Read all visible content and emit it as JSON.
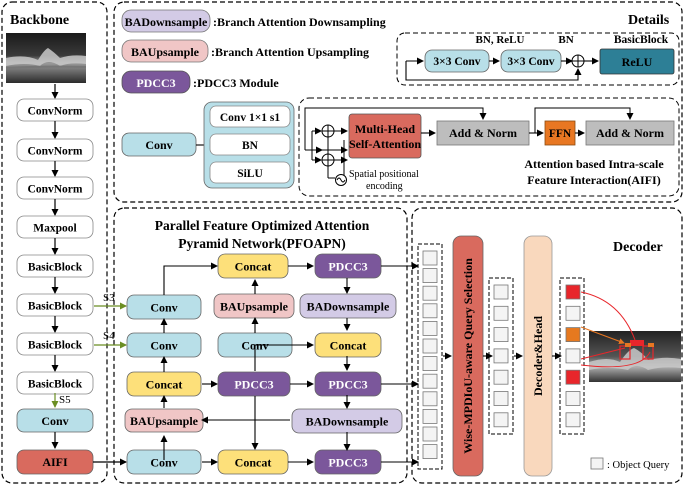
{
  "panels": {
    "backbone": "Backbone",
    "details": "Details",
    "pfoapn_line1": "Parallel Feature Optimized Attention",
    "pfoapn_line2": "Pyramid Network(PFOAPN)",
    "decoder": "Decoder"
  },
  "legend": {
    "badown_chip": "BADownsample",
    "badown_desc": ":Branch Attention Downsampling",
    "baup_chip": "BAUpsample",
    "baup_desc": ":Branch Attention Upsampling",
    "pdcc_chip": "PDCC3",
    "pdcc_desc": ":PDCC3 Module",
    "query_desc": ": Object Query"
  },
  "backbone": {
    "stack": [
      "ConvNorm",
      "ConvNorm",
      "ConvNorm",
      "Maxpool",
      "BasicBlock",
      "BasicBlock",
      "BasicBlock",
      "BasicBlock"
    ],
    "conv": "Conv",
    "aifi": "AIFI",
    "s3": "S3",
    "s4": "S4",
    "s5": "S5"
  },
  "details": {
    "basicblock": {
      "conv1": "3×3 Conv",
      "conv2": "3×3 Conv",
      "relu": "ReLU",
      "label_bn_relu": "BN, ReLU",
      "label_bn": "BN",
      "label_title": "BasicBlock"
    },
    "conv_module": {
      "conv": "Conv",
      "items": [
        "Conv 1×1 s1",
        "BN",
        "SiLU"
      ]
    },
    "aifi": {
      "mhsa_line1": "Multi-Head",
      "mhsa_line2": "Self-Attention",
      "addnorm1": "Add & Norm",
      "ffn": "FFN",
      "addnorm2": "Add & Norm",
      "pos_line1": "Spatial positional",
      "pos_line2": "encoding",
      "caption_line1": "Attention based Intra-scale",
      "caption_line2": "Feature Interaction(AIFI)"
    }
  },
  "pfoapn": {
    "left": [
      "Conv",
      "Conv",
      "Concat",
      "BAUpsample",
      "Conv"
    ],
    "mid": [
      "Concat",
      "BAUpsample",
      "Conv",
      "PDCC3",
      "Concat"
    ],
    "right": [
      "PDCC3",
      "BADownsample",
      "Concat",
      "PDCC3",
      "BADownsample",
      "PDCC3"
    ]
  },
  "decoder": {
    "query_selection": "Wise-MPDIoU-aware Query Selection",
    "head": "Decoder&Head"
  },
  "colors": {
    "conv_blue": "#b8dfe8",
    "concat_yellow": "#fde07a",
    "pdcc_purple": "#7b579b",
    "upsample_pink": "#f0c6c6",
    "downsample_lavender": "#d3cbe6",
    "aifi_red": "#d96a5e",
    "relu_teal": "#2d7f96",
    "ffn_orange": "#e87722",
    "query_red": "#e8262b",
    "query_orange": "#e6791f"
  }
}
